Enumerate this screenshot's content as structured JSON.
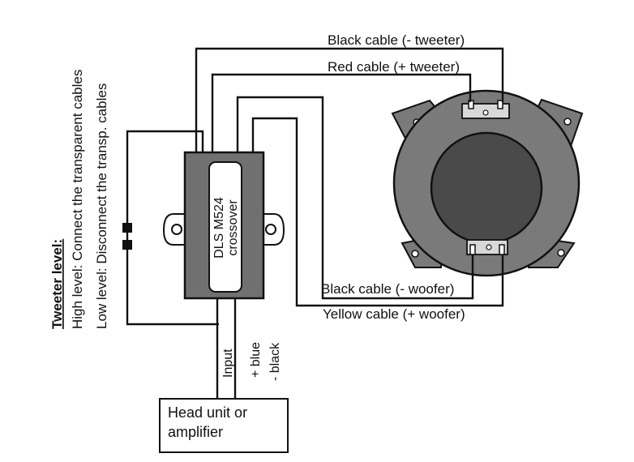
{
  "wires": {
    "black_tweeter": "Black cable (- tweeter)",
    "red_tweeter": "Red cable (+ tweeter)",
    "black_woofer": "Black cable (- woofer)",
    "yellow_woofer": "Yellow cable (+ woofer)"
  },
  "crossover": {
    "model": "DLS M524",
    "type": "crossover"
  },
  "tweeter_level": {
    "title": "Tweeter level:",
    "high": "High level: Connect the transparent  cables",
    "low": "Low level: Disconnect the transp. cables"
  },
  "input": {
    "label": "Input",
    "plus": "+ blue",
    "minus": "- black"
  },
  "source": {
    "line1": "Head unit or",
    "line2": "amplifier"
  },
  "colors": {
    "line": "#111111",
    "crossover_body": "#707070",
    "speaker_frame": "#7a7a7a",
    "speaker_cone": "#4a4a4a",
    "terminal": "#d8d8d8"
  }
}
